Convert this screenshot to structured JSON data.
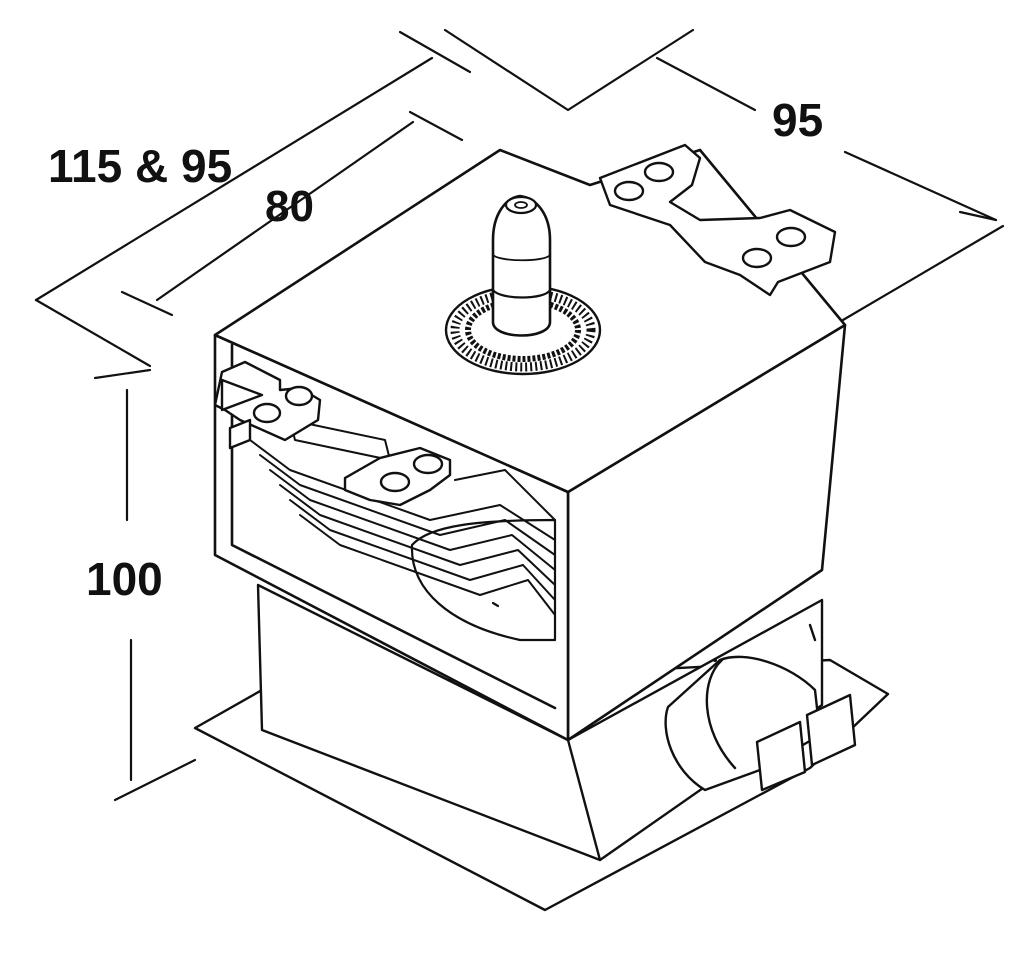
{
  "dimensions": {
    "width_label": "115 & 95",
    "inner_width_label": "80",
    "depth_label": "95",
    "height_label": "100"
  },
  "colors": {
    "line": "#111111",
    "background": "#ffffff"
  }
}
